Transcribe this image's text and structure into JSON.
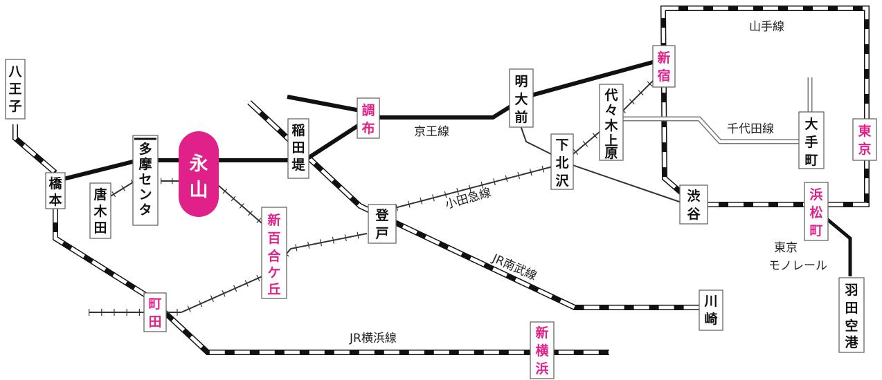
{
  "lines": {
    "yamanote": "山手線",
    "keio": "京王線",
    "chiyoda": "千代田線",
    "odakyu": "小田急線",
    "jr_nambu": "JR南武線",
    "jr_yokohama": "JR横浜線",
    "monorail_1": "東京",
    "monorail_2": "モノレール"
  },
  "stations": {
    "hachioji": [
      "八",
      "王",
      "子"
    ],
    "hashimoto": [
      "橋",
      "本"
    ],
    "karakida": [
      "唐",
      "木",
      "田"
    ],
    "tama_center": [
      "多",
      "摩",
      "セ",
      "ン",
      "タ"
    ],
    "nagayama": [
      "永",
      "山"
    ],
    "inadazutsumi": [
      "稲",
      "田",
      "堤"
    ],
    "chofu": [
      "調",
      "布"
    ],
    "shin_yurigaoka": [
      "新",
      "百",
      "合",
      "ケ",
      "丘"
    ],
    "noborito": [
      "登",
      "戸"
    ],
    "machida": [
      "町",
      "田"
    ],
    "meidaimae": [
      "明",
      "大",
      "前"
    ],
    "shimokitazawa": [
      "下",
      "北",
      "沢"
    ],
    "yoyogi_uehara": [
      "代",
      "々",
      "木",
      "上",
      "原"
    ],
    "shinjuku": [
      "新",
      "宿"
    ],
    "shibuya": [
      "渋",
      "谷"
    ],
    "otemachi": [
      "大",
      "手",
      "町"
    ],
    "tokyo": [
      "東",
      "京"
    ],
    "hamamatsucho": [
      "浜",
      "松",
      "町"
    ],
    "haneda": [
      "羽",
      "田",
      "空",
      "港"
    ],
    "kawasaki": [
      "川",
      "崎"
    ],
    "shin_yokohama": [
      "新",
      "横",
      "浜"
    ]
  },
  "colors": {
    "highlight": "#e0218a",
    "line": "#111111"
  }
}
